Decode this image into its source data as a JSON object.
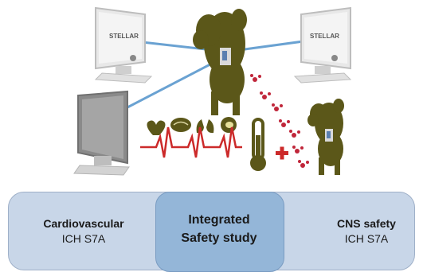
{
  "monitor_brand": "STELLAR",
  "panels": [
    {
      "title": "Cardiovascular",
      "subtitle": "ICH S7A"
    },
    {
      "title_line1": "Integrated",
      "title_line2": "Safety study"
    },
    {
      "title": "CNS safety",
      "subtitle": "ICH S7A"
    }
  ],
  "colors": {
    "dog": "#5b5719",
    "paw": "#c0263a",
    "pulse": "#cc2a2a",
    "link_line": "#6aa2d2",
    "panel_side": "#c8d6e8",
    "panel_mid": "#94b6d8"
  },
  "icons": [
    "heart-icon",
    "brain-icon",
    "lungs-icon",
    "kidney-icon",
    "thermometer-icon",
    "plus-icon"
  ]
}
